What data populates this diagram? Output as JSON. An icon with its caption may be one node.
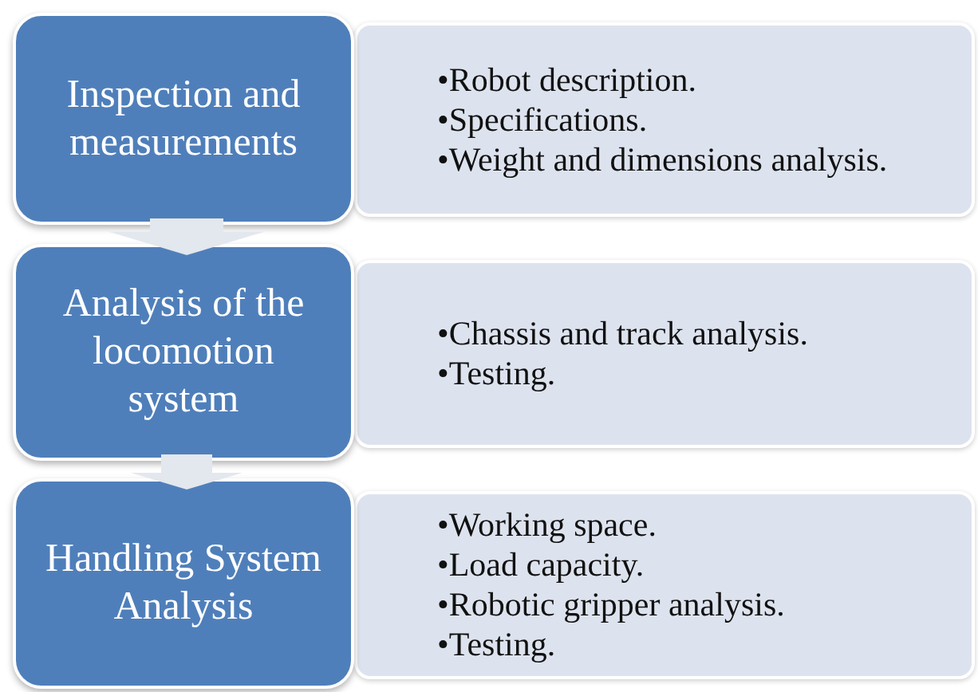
{
  "diagram": {
    "nodes": [
      {
        "text": [
          "Inspection and measurements"
        ]
      },
      {
        "text": [
          "•Robot description.",
          "•Specifications.",
          "•Weight and dimensions analysis."
        ]
      },
      {
        "text": [
          "Analysis of the locomotion system"
        ]
      },
      {
        "text": [
          "•Chassis and track analysis.",
          "•Testing."
        ]
      },
      {
        "text": [
          "Handling System Analysis"
        ]
      },
      {
        "text": [
          "•Working space.",
          "•Load capacity.",
          "•Robotic gripper analysis.",
          "•Testing."
        ]
      }
    ],
    "edges": [
      {
        "from": 0,
        "to": 2,
        "arrow": "to",
        "style": "thick"
      },
      {
        "from": 2,
        "to": 4,
        "arrow": "to",
        "style": "thick"
      }
    ]
  }
}
